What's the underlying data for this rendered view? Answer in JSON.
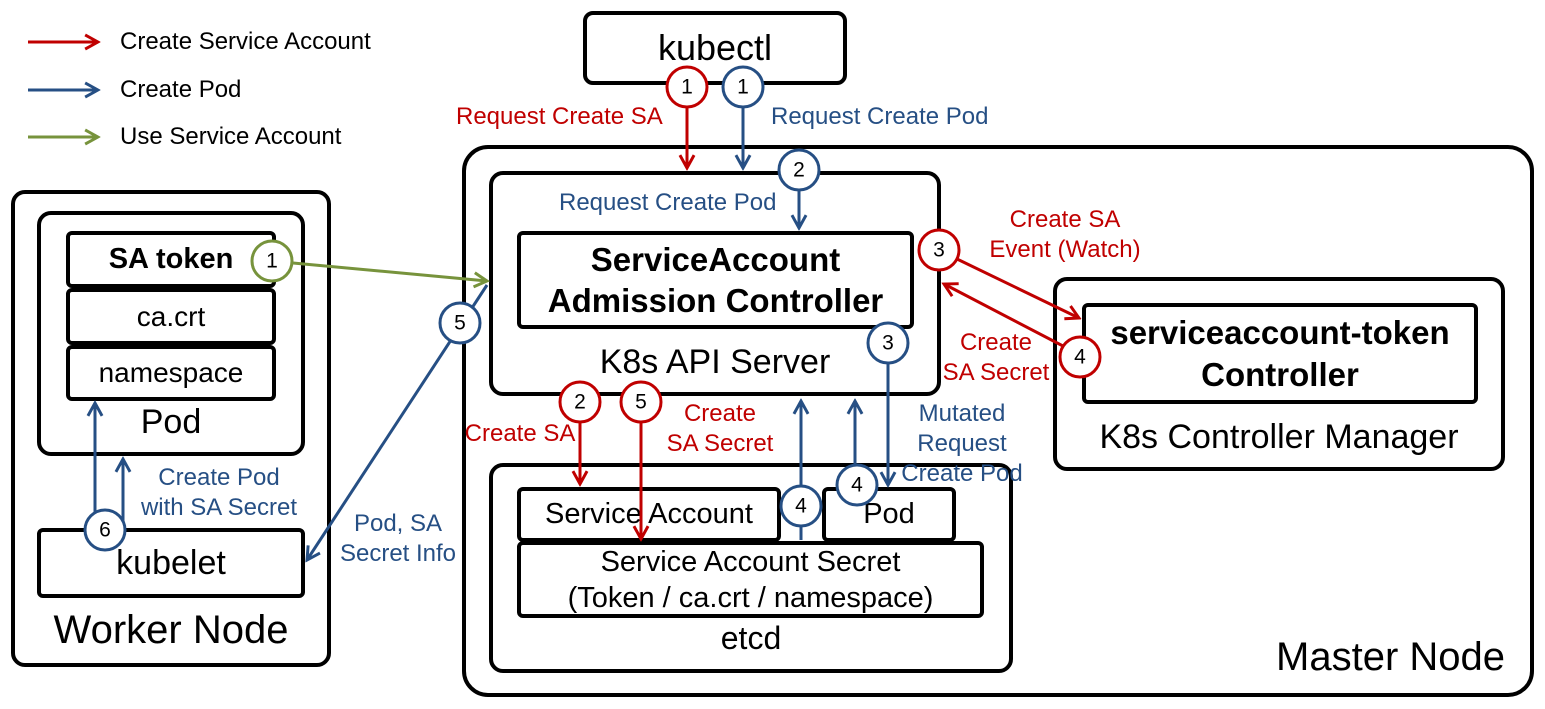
{
  "colors": {
    "red": "#C00000",
    "blue": "#264F84",
    "green": "#77933C",
    "outline": "#000000"
  },
  "legend": [
    {
      "label": "Create Service Account",
      "color": "red"
    },
    {
      "label": "Create Pod",
      "color": "blue"
    },
    {
      "label": "Use Service Account",
      "color": "green"
    }
  ],
  "kubectl": {
    "label": "kubectl"
  },
  "master_node": {
    "label": "Master Node",
    "api_server": {
      "label": "K8s API Server",
      "admission_controller": [
        "ServiceAccount",
        "Admission Controller"
      ]
    },
    "etcd": {
      "label": "etcd",
      "service_account": "Service Account",
      "pod": "Pod",
      "secret": [
        "Service Account Secret",
        "(Token / ca.crt / namespace)"
      ]
    },
    "controller_manager": {
      "label": "K8s Controller Manager",
      "token_controller": [
        "serviceaccount-token",
        "Controller"
      ]
    }
  },
  "worker_node": {
    "label": "Worker Node",
    "pod": {
      "label": "Pod",
      "sa_token": "SA token",
      "ca_crt": "ca.crt",
      "namespace": "namespace"
    },
    "kubelet": "kubelet"
  },
  "steps": {
    "create_service_account": {
      "s1": "1",
      "s2": "2",
      "s3": "3",
      "s4": "4",
      "s5": "5"
    },
    "create_pod": {
      "s1": "1",
      "s2": "2",
      "s3": "3",
      "s4_sa": "4",
      "s4_pod": "4",
      "s5": "5",
      "s6": "6"
    },
    "use_service_account": {
      "s1": "1"
    }
  },
  "annotations": {
    "request_create_sa": "Request Create SA",
    "request_create_pod_kubectl": "Request Create Pod",
    "request_create_pod_admission": "Request Create Pod",
    "create_sa_event_watch": [
      "Create SA",
      "Event (Watch)"
    ],
    "create_sa_secret_controller": [
      "Create",
      "SA Secret"
    ],
    "create_sa_etcd": "Create SA",
    "create_sa_secret_etcd": [
      "Create",
      "SA Secret"
    ],
    "mutated_request": [
      "Mutated",
      "Request",
      "Create Pod"
    ],
    "create_pod_with_sa_secret": [
      "Create Pod",
      "with SA Secret"
    ],
    "pod_sa_secret_info": [
      "Pod, SA",
      "Secret Info"
    ]
  }
}
